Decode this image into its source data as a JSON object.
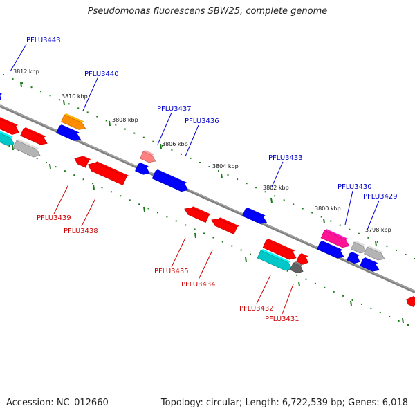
{
  "title": "Pseudomonas fluorescens SBW25, complete genome",
  "footer": {
    "accession": "Accession: NC_012660",
    "summary": "Topology: circular; Length: 6,722,539 bp; Genes: 6,018"
  },
  "colors": {
    "backbone": "#808080",
    "ticks": "#1a7a1a",
    "forward_label": "#0000cc",
    "reverse_label": "#cc0000",
    "gene_blue": "#0000ff",
    "gene_red": "#ff0000",
    "gene_orange": "#ff8c00",
    "gene_pink": "#ff8080",
    "gene_magenta": "#ff1493",
    "gene_cyan": "#00c8c8",
    "gene_gray": "#b4b4b4",
    "gene_darkgray": "#606060"
  },
  "kbp_labels": [
    "3812 kbp",
    "3810 kbp",
    "3808 kbp",
    "3806 kbp",
    "3804 kbp",
    "3802 kbp",
    "3800 kbp",
    "3798 kbp"
  ],
  "forward_gene_labels": [
    "PFLU3443",
    "PFLU3440",
    "PFLU3437",
    "PFLU3436",
    "PFLU3433",
    "PFLU3430",
    "PFLU3429"
  ],
  "reverse_gene_labels": [
    "PFLU3439",
    "PFLU3438",
    "PFLU3435",
    "PFLU3434",
    "PFLU3432",
    "PFLU3431"
  ]
}
